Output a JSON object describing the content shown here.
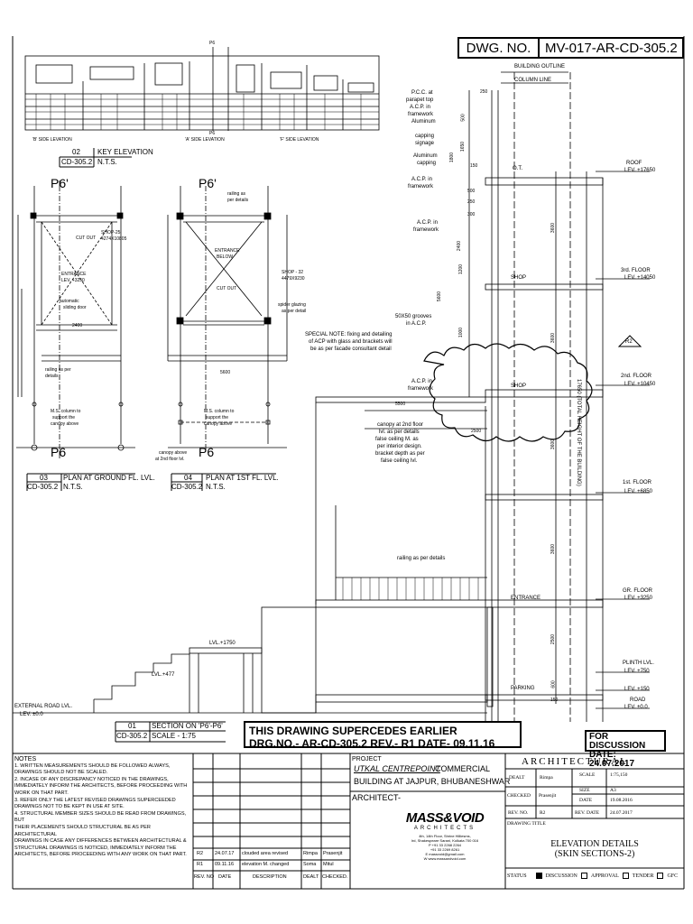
{
  "dwg": {
    "label": "DWG. NO.",
    "number": "MV-017-AR-CD-305.2"
  },
  "labels": {
    "building_outline": "BUILDING OUTLINE",
    "column_line": "COLUMN LINE",
    "pcc": "P.C.C. at",
    "pcc2": "parapet top",
    "acp_fw": "A.C.P. in",
    "acp_fw2": "framework",
    "alu": "Aluminum",
    "alu_cap": "capping",
    "signage": "signage",
    "alu2": "Aluminum",
    "capping2": "capping",
    "acp3": "A.C.P. in",
    "framework3": "framework",
    "acp4": "A.C.P. in",
    "framework4": "framework",
    "grooves": "50X50 grooves",
    "grooves2": "in A.C.P.",
    "special": "SPECIAL NOTE: fixing and detailing",
    "special2": "of ACP with glass and brackets will",
    "special3": "be as per facade consultant detail",
    "acp5": "A.C.P. in",
    "framework5": "framework",
    "canopy2": "canopy at 2nd floor",
    "canopy2b": "lvl. as per details",
    "canopy2c": "false ceiling M. as",
    "canopy2d": "per interior design.",
    "canopy2e": "bracket depth as per",
    "canopy2f": "false ceiling lvl.",
    "railing": "railing as per details",
    "ot": "O.T.",
    "shop1": "SHOP",
    "shop2": "SHOP",
    "entrance": "ENTRANCE",
    "parking": "PARKING",
    "total_height": "17650 (TOTAL HEIGHT OF THE BUILDING)",
    "r2": "R2"
  },
  "levels": [
    {
      "name": "ROOF",
      "value": "LEV. +17650"
    },
    {
      "name": "3rd. FLOOR",
      "value": "LEV. +14050"
    },
    {
      "name": "2nd. FLOOR",
      "value": "LEV. +10450"
    },
    {
      "name": "1st. FLOOR",
      "value": "LEV. +6850"
    },
    {
      "name": "GR. FLOOR",
      "value": "LEV. +3250"
    },
    {
      "name": "PLINTH LVL.",
      "value": "LEV. +750"
    },
    {
      "name": "",
      "value": "LEV. +150"
    },
    {
      "name": "ROAD",
      "value": "LEV. ±0.0"
    }
  ],
  "dims": {
    "d250a": "250",
    "d500": "500",
    "d1050": "1050",
    "d150": "150",
    "d300": "300",
    "d250b": "250",
    "d2400": "2400",
    "d1200": "1200",
    "d5600": "5600",
    "d3600a": "3600",
    "d3600b": "3600",
    "d3600c": "3600",
    "d3600d": "3600",
    "d2500": "2500",
    "d600": "600",
    "d150b": "150",
    "d5500": "5500",
    "d2500b": "2500",
    "d17650": "17650",
    "d1800": "1800",
    "d1650": "1650",
    "d1000": "1000"
  },
  "keyelev": {
    "p6_top": "P6",
    "p6_bot": "P6",
    "b_side": "'B' SIDE LEVATION",
    "a_side": "'A' SIDE LEVATION",
    "f_side": "'F' SIDE LEVATION",
    "no": "02",
    "title": "KEY ELEVATION",
    "ref": "CD-305.2",
    "scale": "N.T.S."
  },
  "plan03": {
    "p6t": "P6'",
    "p6b": "P6",
    "cut": "CUT OUT",
    "shop": "SHOP-25",
    "shop_area": "4274X10805",
    "entrance": "ENTRANCE",
    "entrance_lev": "LEV. +3250",
    "auto": "automatic",
    "auto2": "sliding door",
    "dim2400": "2400",
    "railing": "railing as per",
    "railing2": "details",
    "ms": "M.S. column to",
    "ms2": "support the",
    "ms3": "canopy above",
    "no": "03",
    "title": "PLAN AT GROUND FL. LVL.",
    "ref": "CD-305.2",
    "scale": "N.T.S."
  },
  "plan04": {
    "p6t": "P6'",
    "p6b": "P6",
    "railing": "railing as",
    "railing2": "per details",
    "entrance": "ENTRANCE",
    "below": "BELOW",
    "cut": "CUT OUT",
    "shop": "SHOP - 32",
    "shop_area": "4479X9230",
    "spider": "spider glazing",
    "spider2": "as per detail",
    "dim5600": "5600",
    "ms": "M.S. column to",
    "ms2": "support the",
    "ms3": "canopy above",
    "canopy": "canopy above",
    "canopy2": "at 2nd floor lvl.",
    "no": "04",
    "title": "PLAN AT 1ST FL. LVL.",
    "ref": "CD-305.2",
    "scale": "N.T.S."
  },
  "section": {
    "lvl1750": "LVL.+1750",
    "lvl477": "LVL.+477",
    "ext": "EXTERNAL ROAD LVL.",
    "ext2": "LEV. ±0.0",
    "no": "01",
    "title": "SECTION ON 'P6'-P6'",
    "ref": "CD-305.2",
    "scale": "SCALE - 1:75"
  },
  "supersede": {
    "line1": "THIS DRAWING SUPERCEDES EARLIER",
    "line2": "DRG.NO.- AR-CD-305.2  REV.- R1 DATE- 09.11.16"
  },
  "discussion": {
    "line1": "FOR DISCUSSION",
    "line2": "DATE: 24.07.2017"
  },
  "notes": {
    "title": "NOTES",
    "items": [
      "1. WRITTEN MEASUREMENTS SHOULD BE FOLLOWED ALWAYS,",
      "DRAWINGS SHOULD NOT BE SCALED.",
      "2. INCASE OF ANY DISCREPANCY NOTICED IN THE DRAWINGS,",
      "IMMEDIATELY INFORM THE ARCHITECTS, BEFORE PROCEEDING WITH",
      "WORK ON THAT PART.",
      "3. REFER ONLY THE LATEST REVISED DRAWINGS SUPERCEEDED",
      "DRAWINGS NOT TO BE KEPT IN USE AT SITE.",
      "4. STRUCTURAL MEMBER SIZES SHOULD BE READ FROM DRAWINGS, BUT",
      "THEIR PLACEMENTS SHOULD STRUCTURAL BE AS PER ARCHITECTURAL",
      "DRAWINGS IN CASE ANY DIFFERENCES BETWEEN ARCHITECTURAL &",
      "STRUCTURAL DRAWINGS IS NOTICED, IMMEDIATELY INFORM THE",
      "ARCHITECTS, BEFORE PROCEEDING WITH ANY WORK ON THAT PART."
    ]
  },
  "revisions": {
    "rows": [
      {
        "no": "R2",
        "date": "24.07.17",
        "desc": "clouded area revised",
        "dealt": "Rimpa",
        "checked": "Prasenjit"
      },
      {
        "no": "R1",
        "date": "09.11.16",
        "desc": "elevation M. changed",
        "dealt": "Soma",
        "checked": "Mitul"
      }
    ],
    "headers": {
      "no": "REV. NO",
      "date": "DATE",
      "desc": "DESCRIPTION",
      "dealt": "DEALT",
      "checked": "CHECKED."
    }
  },
  "project": {
    "label": "PROJECT",
    "name": "UTKAL CENTREPOINT",
    "type": "COMMERCIAL",
    "line2": "BUILDING AT JAJPUR, BHUBANESHWAR",
    "architect": "ARCHITECT-"
  },
  "firm": {
    "logo": "MASS&VOID",
    "sub": "ARCHITECTS",
    "addr1": "4th, 14th Floor, Shrine Hilliesms,",
    "addr2": "Ird, Shakespeare Sarani, Kolkata 700 016",
    "ph1": "P +91 33 2268 2264",
    "ph2": "+91 33 2269 8261",
    "email": "E massvoid@gmail.com",
    "web": "W www.massandvoid.com"
  },
  "titleblock": {
    "discipline": "ARCHITECTURAL",
    "dealt_l": "DEALT",
    "dealt_v": "Rimpa",
    "scale_l": "SCALE",
    "scale_v": "1:75,150",
    "checked_l": "CHECKED",
    "checked_v": "Prasenjit",
    "size_l": "SIZE",
    "size_v": "A3",
    "date_l": "DATE",
    "date_v": "19.08.2016",
    "rev_l": "REV. NO.",
    "rev_v": "R2",
    "revdate_l": "REV. DATE",
    "revdate_v": "24.07.2017",
    "title_l": "DRAWING TITLE",
    "title1": "ELEVATION DETAILS",
    "title2": "(SKIN SECTIONS-2)",
    "status_l": "STATUS",
    "s1": "DISCUSSION",
    "s2": "APPROVAL",
    "s3": "TENDER",
    "s4": "GFC"
  }
}
